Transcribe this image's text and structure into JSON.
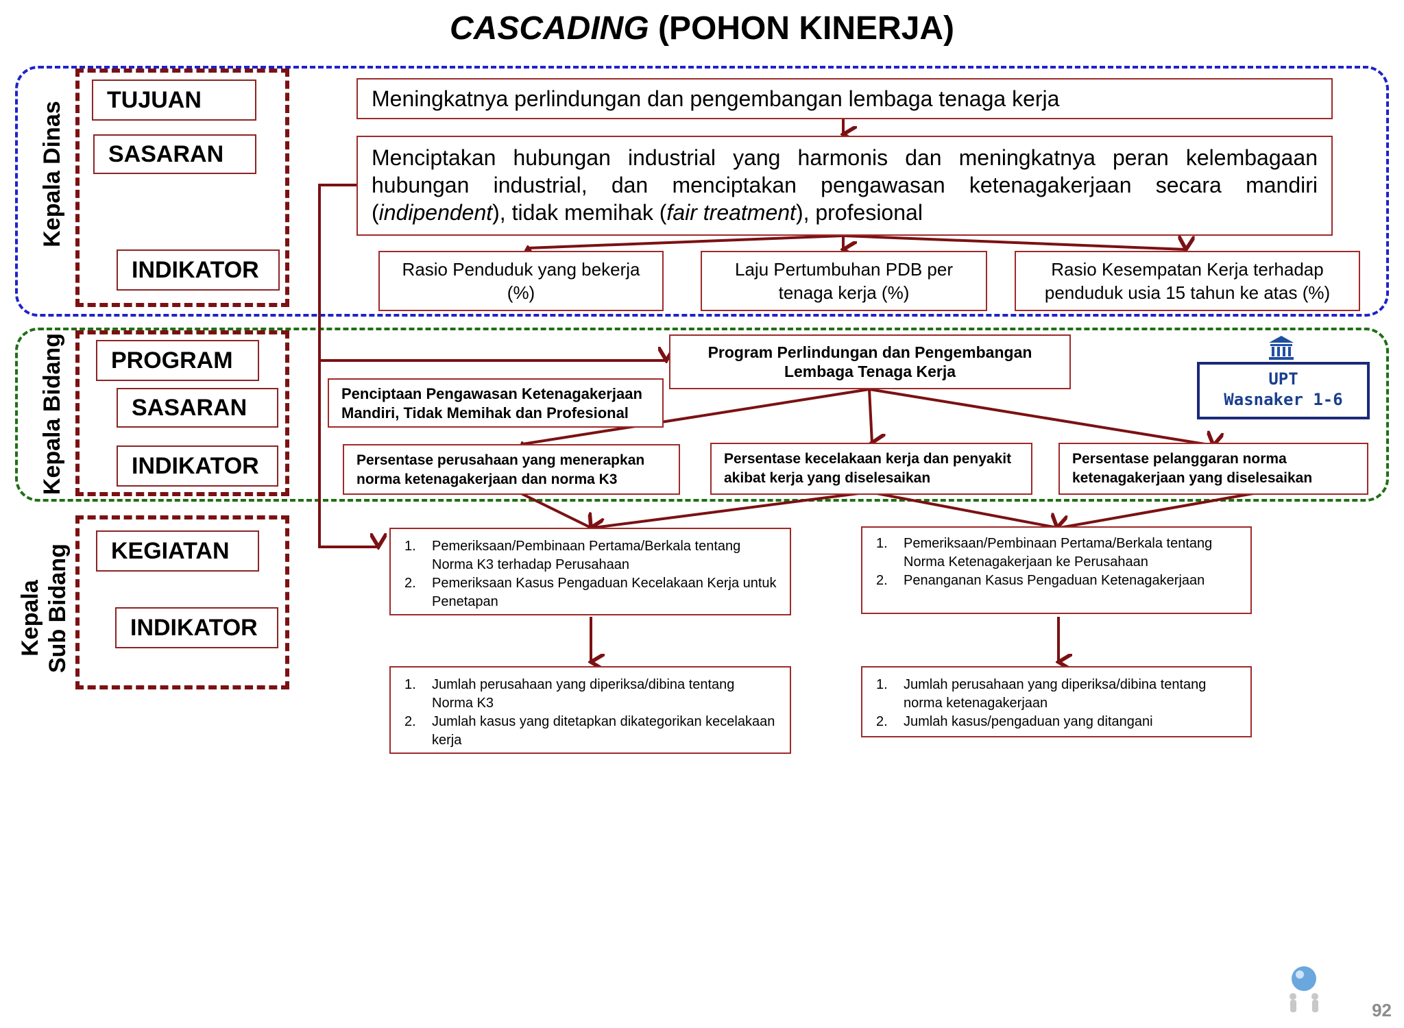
{
  "title": {
    "italic": "CASCADING",
    "rest": " (POHON KINERJA)"
  },
  "levels": {
    "kepala_dinas": "Kepala Dinas",
    "kepala_bidang": "Kepala Bidang",
    "kepala_sub_line1": "Kepala",
    "kepala_sub_line2": "Sub Bidang"
  },
  "left_labels": {
    "tujuan": "TUJUAN",
    "sasaran_dinas": "SASARAN",
    "indikator_dinas": "INDIKATOR",
    "program": "PROGRAM",
    "sasaran_bidang": "SASARAN",
    "indikator_bidang": "INDIKATOR",
    "kegiatan": "KEGIATAN",
    "indikator_sub": "INDIKATOR"
  },
  "tujuan_text": "Meningkatnya perlindungan dan pengembangan lembaga tenaga kerja",
  "sasaran_text": {
    "part1": "Menciptakan hubungan industrial yang harmonis dan meningkatnya peran kelembagaan hubungan industrial, dan menciptakan  pengawasan ketenagakerjaan secara mandiri (",
    "italic1": "indipendent",
    "part2": "), tidak memihak (",
    "italic2": "fair treatment",
    "part3": "), profesional"
  },
  "dinas_indicators": [
    "Rasio Penduduk yang bekerja (%)",
    "Laju Pertumbuhan PDB per tenaga kerja (%)",
    "Rasio Kesempatan Kerja terhadap penduduk usia 15 tahun ke atas (%)"
  ],
  "program_text": "Program Perlindungan dan Pengembangan Lembaga Tenaga Kerja",
  "sasaran_bidang_text": "Penciptaan Pengawasan Ketenagakerjaan Mandiri, Tidak Memihak dan Profesional",
  "upt": {
    "line1": "UPT",
    "line2": "Wasnaker 1-6",
    "icon": "bank-icon"
  },
  "bidang_indicators": [
    "Persentase perusahaan yang menerapkan norma ketenagakerjaan dan norma K3",
    "Persentase kecelakaan kerja dan penyakit akibat kerja yang diselesaikan",
    "Persentase pelanggaran norma ketenagakerjaan yang diselesaikan"
  ],
  "kegiatan": {
    "left": [
      {
        "num": "1.",
        "text": "Pemeriksaan/Pembinaan Pertama/Berkala tentang Norma K3 terhadap Perusahaan"
      },
      {
        "num": "2.",
        "text": "Pemeriksaan Kasus Pengaduan Kecelakaan Kerja untuk Penetapan"
      }
    ],
    "right": [
      {
        "num": "1.",
        "text": "Pemeriksaan/Pembinaan Pertama/Berkala tentang Norma Ketenagakerjaan ke Perusahaan"
      },
      {
        "num": "2.",
        "text": "Penanganan Kasus Pengaduan Ketenagakerjaan"
      }
    ]
  },
  "sub_indicators": {
    "left": [
      {
        "num": "1.",
        "text": "Jumlah perusahaan yang diperiksa/dibina tentang Norma K3"
      },
      {
        "num": "2.",
        "text": "Jumlah kasus yang ditetapkan dikategorikan kecelakaan kerja"
      }
    ],
    "right": [
      {
        "num": "1.",
        "text": "Jumlah perusahaan yang diperiksa/dibina tentang norma ketenagakerjaan"
      },
      {
        "num": "2.",
        "text": "Jumlah kasus/pengaduan yang ditangani"
      }
    ]
  },
  "page_number": "92",
  "colors": {
    "arrow": "#7b1113",
    "blue_zone": "#1f22c9",
    "green_zone": "#1f6f14",
    "box_border": "#9e2a2a",
    "upt_text": "#1a3f8f"
  }
}
